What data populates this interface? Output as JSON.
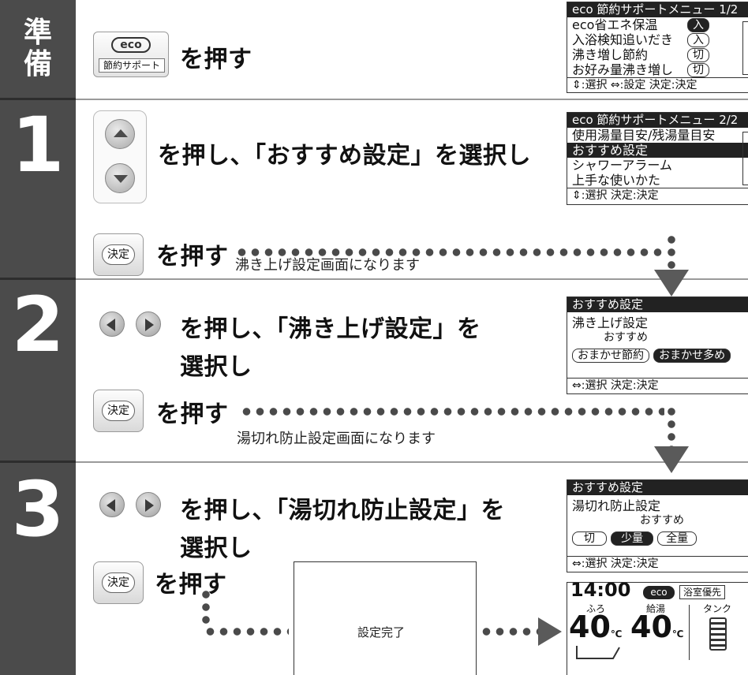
{
  "steps": {
    "prep_label_1": "準",
    "prep_label_2": "備",
    "step1_num": "1",
    "step2_num": "2",
    "step3_num": "3"
  },
  "prep": {
    "eco_logo": "eco",
    "eco_sub": "節約サポート",
    "instruction": "を押す"
  },
  "step1": {
    "instruction": "を押し、「おすすめ設定」を選択し",
    "kettei_label": "決定",
    "press": "を押す",
    "result": "沸き上げ設定画面になります"
  },
  "step2": {
    "instruction_1": "を押し、「沸き上げ設定」を",
    "instruction_2": "選択し",
    "kettei_label": "決定",
    "press": "を押す",
    "result": "湯切れ防止設定画面になります"
  },
  "step3": {
    "instruction_1": "を押し、「湯切れ防止設定」を",
    "instruction_2": "選択し",
    "kettei_label": "決定",
    "press": "を押す",
    "done": "設定完了"
  },
  "screens": {
    "menu1": {
      "header": "eco 節約サポートメニュー 1/2",
      "rows": [
        "eco省エネ保温",
        "入浴検知追いだき",
        "沸き増し節約",
        "お好み量沸き増し"
      ],
      "values": [
        "入",
        "入",
        "切",
        "切"
      ],
      "footer": "⇕:選択 ⇔:設定 決定:決定"
    },
    "menu2": {
      "header": "eco 節約サポートメニュー 2/2",
      "rows": [
        "使用湯量目安/残湯量目安",
        "おすすめ設定",
        "シャワーアラーム",
        "上手な使いかた"
      ],
      "footer": "⇕:選択 決定:決定"
    },
    "boil": {
      "header": "おすすめ設定",
      "line1": "沸き上げ設定",
      "line2": "おすすめ",
      "opt1": "おまかせ節約",
      "opt2": "おまかせ多め",
      "footer": "⇔:選択 決定:決定"
    },
    "shortage": {
      "header": "おすすめ設定",
      "line1": "湯切れ防止設定",
      "line2": "おすすめ",
      "opt1": "切",
      "opt2": "少量",
      "opt3": "全量",
      "footer": "⇔:選択 決定:決定"
    },
    "home": {
      "time": "14:00",
      "eco": "eco",
      "mode": "浴室優先",
      "bath_label": "ふろ",
      "supply_label": "給湯",
      "tank_label": "タンク",
      "bath_temp": "40",
      "supply_temp": "40",
      "unit": "℃"
    }
  }
}
